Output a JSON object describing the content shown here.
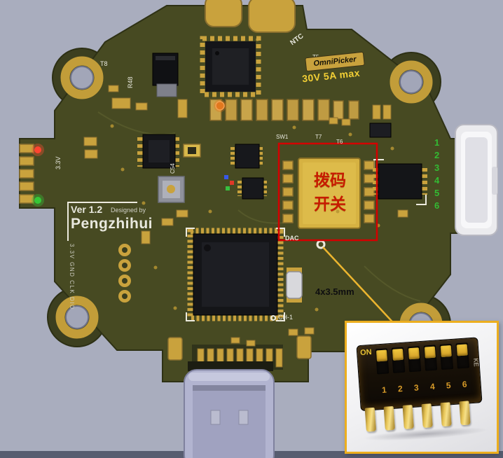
{
  "scene": {
    "background": "#a9adbe",
    "bottom_bar": "#575d70"
  },
  "colors": {
    "board": "#474a22",
    "gold": "#c9a23d",
    "highlight_box": "#d40000",
    "callout_line": "#ecb52f",
    "inset_border": "#ecae1e",
    "pin_numbers_green": "#33bb33"
  },
  "board": {
    "silkscreen": {
      "t8": "T8",
      "r48": "R48",
      "t5": "T5",
      "ntc": "NTC",
      "sw1": "SW1",
      "t7": "T7",
      "t6": "T6",
      "c54": "C54",
      "v33": "3.3V",
      "prog_pins": "3.3V GND CLK DIO",
      "dac": "DAC",
      "ch1": "CH-1",
      "ver": "Ver 1.2",
      "designed_by": "Designed by",
      "author": "Pengzhihui"
    },
    "badge": {
      "brand": "OmniPicker",
      "rating": "30V 5A max"
    },
    "connector_pins": [
      "1",
      "2",
      "3",
      "4",
      "5",
      "6"
    ]
  },
  "annotation": {
    "dip_line1": "拨码",
    "dip_line2": "开关",
    "dimension": "4x3.5mm"
  },
  "inset": {
    "on": "ON",
    "numbers": [
      "1",
      "2",
      "3",
      "4",
      "5",
      "6"
    ],
    "side": "KE"
  }
}
